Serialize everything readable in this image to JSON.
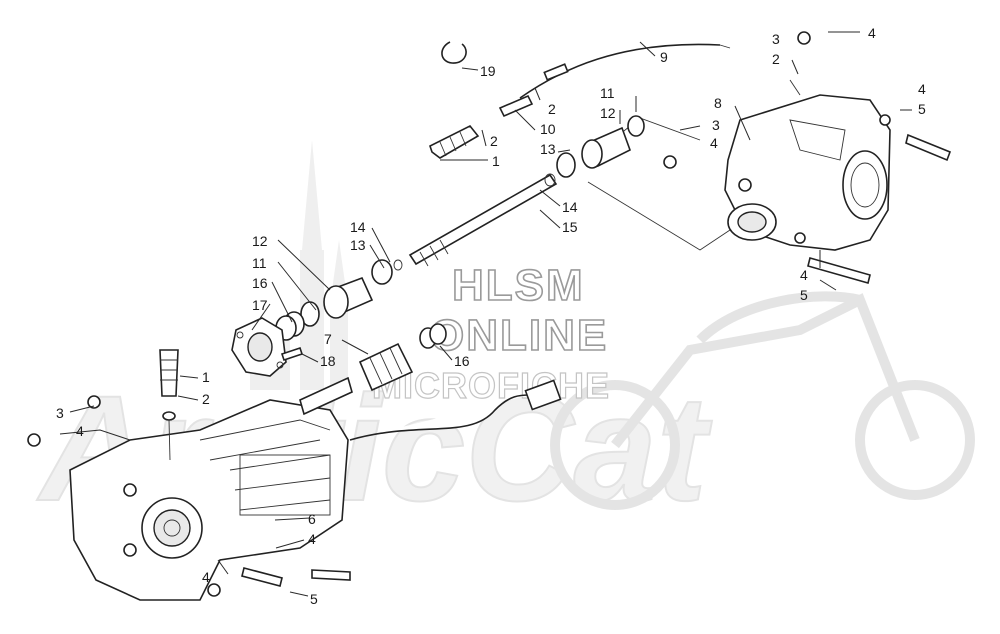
{
  "watermark": {
    "line1": "HLSM",
    "line2": "ONLINE",
    "line3": "MICROFICHE",
    "logo_text": "ArcticCat"
  },
  "callouts": [
    "19",
    "9",
    "3",
    "4",
    "2",
    "2",
    "10",
    "4",
    "5",
    "8",
    "3",
    "4",
    "2",
    "1",
    "11",
    "12",
    "13",
    "14",
    "15",
    "14",
    "13",
    "12",
    "11",
    "16",
    "17",
    "18",
    "7",
    "16",
    "4",
    "5",
    "1",
    "2",
    "3",
    "4",
    "6",
    "4",
    "4",
    "5"
  ]
}
